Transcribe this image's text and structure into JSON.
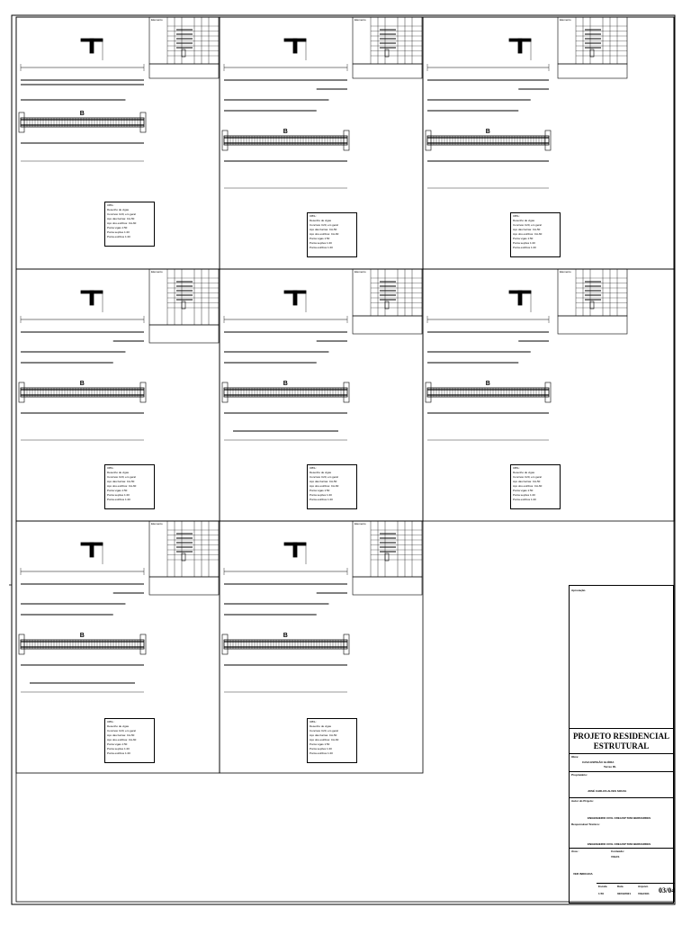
{
  "title_block": {
    "approval_label": "Aprovação",
    "project_title_1": "PROJETO RESIDENCIAL",
    "project_title_2": "ESTRUTURAL",
    "obra_label": "Obra:",
    "obra_value": "CASA ESPIGÃO GLÓRIA",
    "terreo_value": "Terreo RL",
    "proprietario_label": "Proprietário:",
    "proprietario_value": "JOSÉ CARLOS ALVES SOUZA",
    "autor_label": "Autor do Projeto:",
    "autor_value": "ENGENHEIRO CIVIL CREA/SP 5060 BERNARDES",
    "responsavel_label": "Responsável Técnico:",
    "responsavel_value": "ENGENHEIRO CIVIL CREA/SP 5060 BERNARDES",
    "area_label": "Área :",
    "conteudo_label": "Conteúdo:",
    "conteudo_value": "VIGAS",
    "indicada_value": "VER INDICADA",
    "escala_label": "Escala",
    "escala_value": "1:50",
    "data_label": "Data",
    "data_value": "02/04/2021",
    "arquivo_label": "Arquivo",
    "arquivo_value": "VIGAS01",
    "folha_value": "03/04"
  },
  "viga_label": "B",
  "steel_table_header": "Elemento",
  "notes": [
    "OBS.:",
    "Desenho de vigas",
    "Concreto C20, em geral",
    "Aço das barras: CA-50",
    "Aço dos estribos: CA-60",
    "Ponta vigas 1:50",
    "Ponta seções 1:20",
    "Ponta estribos 1:20"
  ]
}
